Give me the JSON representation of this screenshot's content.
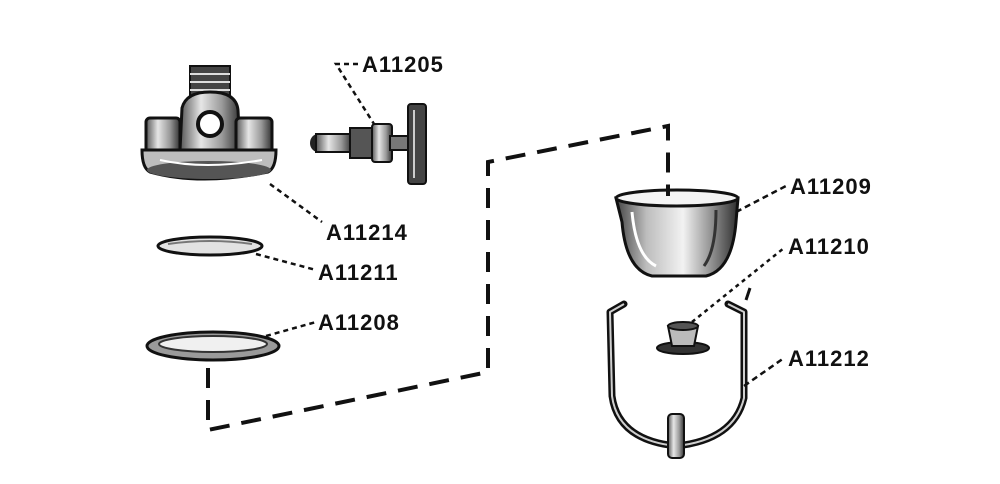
{
  "diagram": {
    "labels": {
      "a11205": "A11205",
      "a11214": "A11214",
      "a11211": "A11211",
      "a11208": "A11208",
      "a11209": "A11209",
      "a11210": "A11210",
      "a11212": "A11212"
    },
    "colors": {
      "ink": "#111111",
      "paper": "#ffffff",
      "metal_mid": "#9a9a9a",
      "metal_light": "#d8d8d8"
    }
  }
}
